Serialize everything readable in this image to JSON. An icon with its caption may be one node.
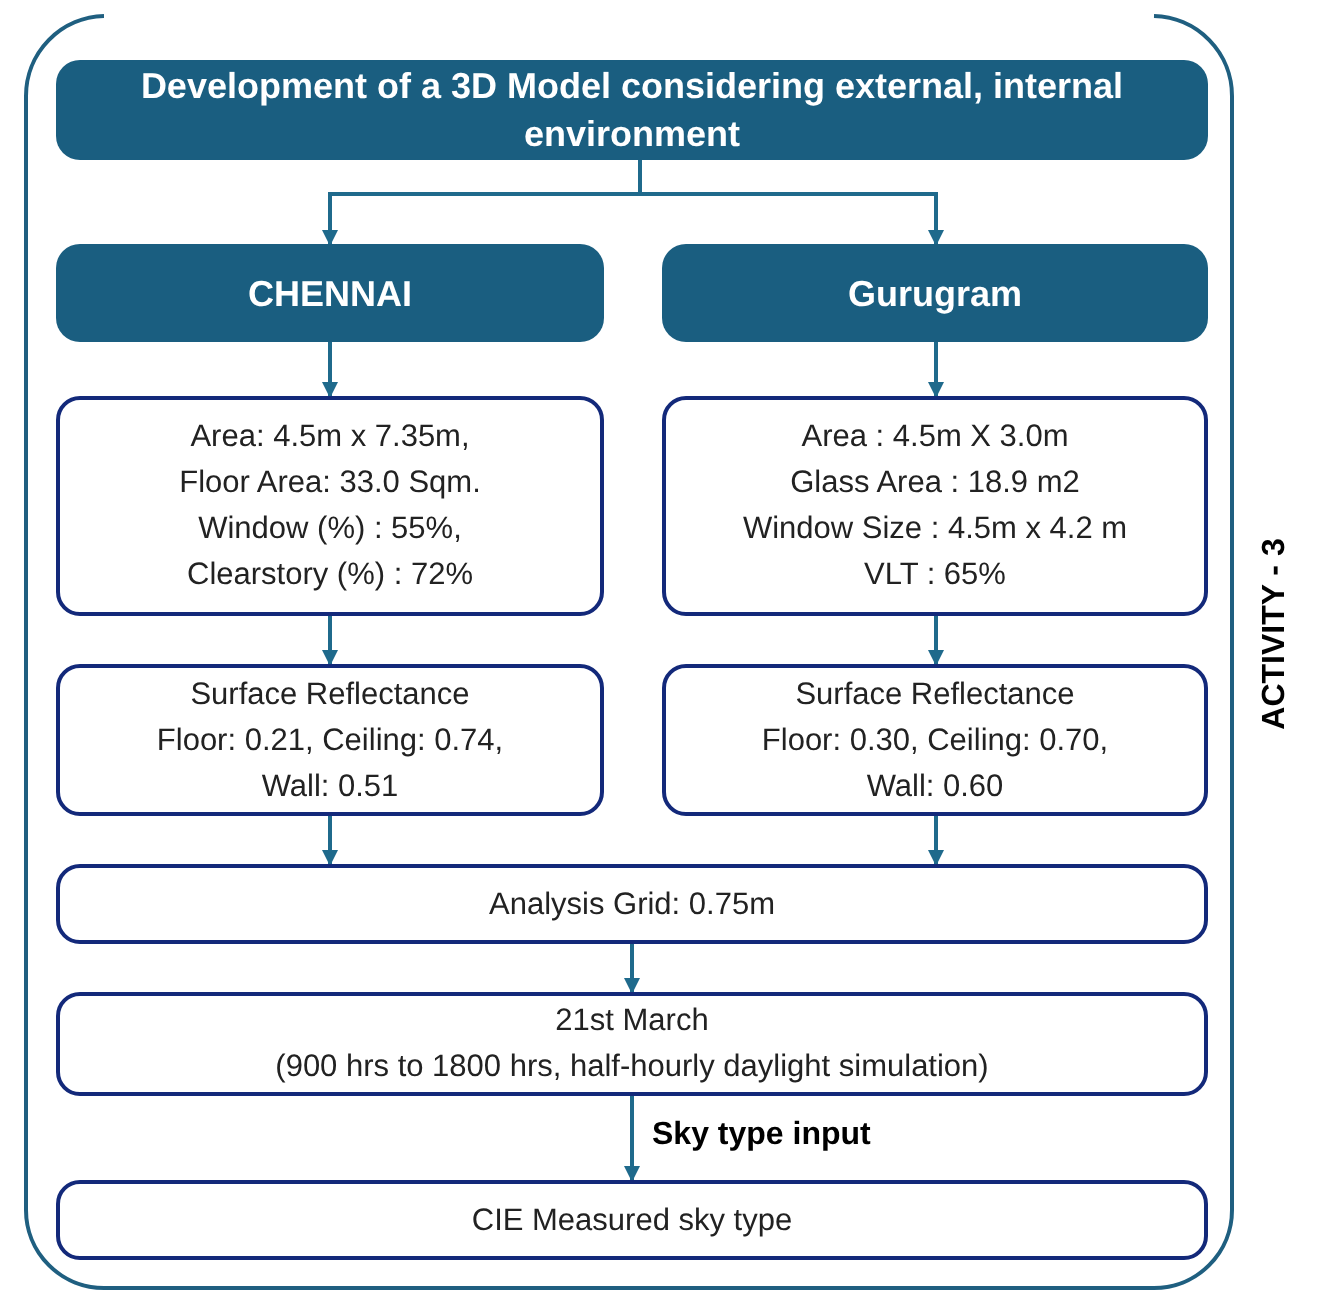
{
  "diagram": {
    "nodes": [
      {
        "text": [
          "ACTIVITY - 3"
        ]
      },
      {
        "text": [
          "Development of a 3D Model considering external, internal environment"
        ],
        "in": 0
      },
      {
        "text": [
          "CHENNAI"
        ],
        "in": 0
      },
      {
        "text": [
          "Gurugram"
        ],
        "in": 0
      },
      {
        "text": [
          "Area: 4.5m x 7.35m,",
          "Floor Area: 33.0 Sqm.",
          "Window (%) : 55%,",
          "Clearstory (%) : 72%"
        ],
        "in": 0
      },
      {
        "text": [
          "Area :   4.5m X 3.0m",
          "Glass Area : 18.9 m2",
          "Window Size : 4.5m x 4.2 m",
          "VLT :  65%"
        ],
        "in": 0
      },
      {
        "text": [
          "Surface Reflectance",
          "Floor: 0.21, Ceiling: 0.74,",
          "Wall: 0.51"
        ],
        "in": 0
      },
      {
        "text": [
          "Surface Reflectance",
          "Floor: 0.30, Ceiling: 0.70,",
          "Wall: 0.60"
        ],
        "in": 0
      },
      {
        "text": [
          "Analysis Grid: 0.75m"
        ],
        "in": 0
      },
      {
        "text": [
          "21st March",
          "(900 hrs to 1800 hrs, half-hourly daylight simulation)"
        ],
        "in": 0
      },
      {
        "text": [
          "CIE Measured sky type"
        ],
        "in": 0
      }
    ],
    "edges": [
      {
        "from": 1,
        "to": 2,
        "arrow": "to"
      },
      {
        "from": 1,
        "to": 3,
        "arrow": "to"
      },
      {
        "from": 2,
        "to": 4,
        "arrow": "to"
      },
      {
        "from": 3,
        "to": 5,
        "arrow": "to"
      },
      {
        "from": 4,
        "to": 6,
        "arrow": "to"
      },
      {
        "from": 5,
        "to": 7,
        "arrow": "to"
      },
      {
        "from": 6,
        "to": 8,
        "arrow": "to"
      },
      {
        "from": 7,
        "to": 8,
        "arrow": "to"
      },
      {
        "from": 8,
        "to": 9,
        "arrow": "to"
      },
      {
        "from": 9,
        "to": 10,
        "arrow": "to",
        "label": "Sky type input"
      }
    ]
  }
}
